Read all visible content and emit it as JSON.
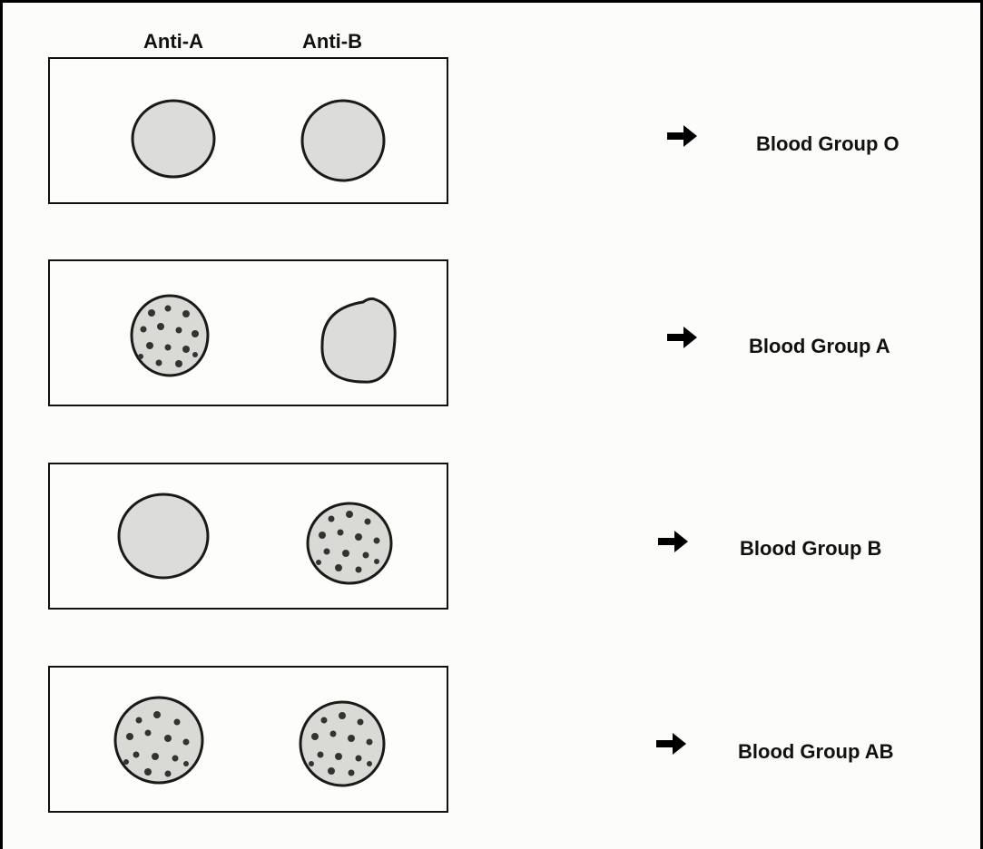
{
  "columns": {
    "anti_a": "Anti-A",
    "anti_b": "Anti-B"
  },
  "rows": [
    {
      "result": "Blood Group O",
      "anti_a_agglutinated": false,
      "anti_b_agglutinated": false
    },
    {
      "result": "Blood Group A",
      "anti_a_agglutinated": true,
      "anti_b_agglutinated": false
    },
    {
      "result": "Blood Group B",
      "anti_a_agglutinated": false,
      "anti_b_agglutinated": true
    },
    {
      "result": "Blood Group AB",
      "anti_a_agglutinated": true,
      "anti_b_agglutinated": true
    }
  ],
  "icons": {
    "arrow": "right-arrow-icon"
  }
}
